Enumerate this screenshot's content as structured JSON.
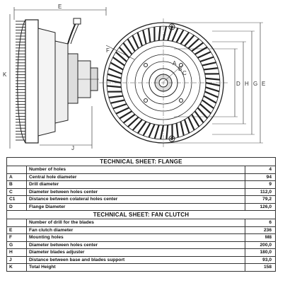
{
  "drawing": {
    "labels": {
      "E": "E",
      "K": "K",
      "J": "J",
      "F": "F",
      "A": "A",
      "B": "B",
      "C": "C",
      "D": "D",
      "G": "G",
      "H": "H"
    }
  },
  "flange": {
    "title": "TECHNICAL SHEET: FLANGE",
    "rows": [
      {
        "code": "",
        "label": "Number of holes",
        "value": "4"
      },
      {
        "code": "A",
        "label": "Central hole diameter",
        "value": "94"
      },
      {
        "code": "B",
        "label": "Drill diameter",
        "value": "9"
      },
      {
        "code": "C",
        "label": "Diameter between holes center",
        "value": "112,0"
      },
      {
        "code": "C1",
        "label": "Distance between colateral holes center",
        "value": "79,2"
      },
      {
        "code": "D",
        "label": "Flange Diameter",
        "value": "126,0"
      }
    ]
  },
  "clutch": {
    "title": "TECHNICAL SHEET: FAN CLUTCH",
    "rows": [
      {
        "code": "",
        "label": "Number of drill for the blades",
        "value": "6"
      },
      {
        "code": "E",
        "label": "Fan clutch diameter",
        "value": "236"
      },
      {
        "code": "F",
        "label": "Mounting holes",
        "value": "M8"
      },
      {
        "code": "G",
        "label": "Diameter between holes center",
        "value": "200,0"
      },
      {
        "code": "H",
        "label": "Diameter blades adjuster",
        "value": "180,0"
      },
      {
        "code": "J",
        "label": "Distance between base and blades support",
        "value": "93,0"
      },
      {
        "code": "K",
        "label": "Total Height",
        "value": "158"
      }
    ]
  }
}
